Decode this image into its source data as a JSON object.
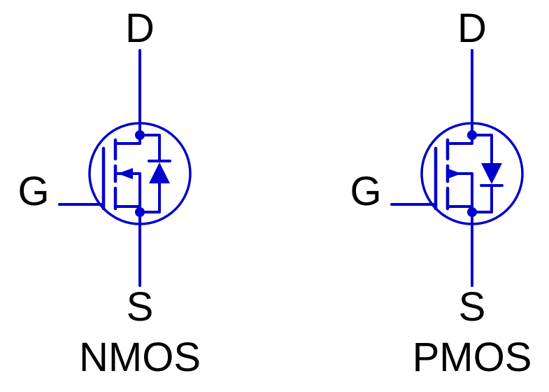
{
  "diagram": {
    "background": "#ffffff",
    "line_color": "#0000cc",
    "text_color": "#000000",
    "nmos": {
      "drain_label": "D",
      "gate_label": "G",
      "source_label": "S",
      "caption": "NMOS"
    },
    "pmos": {
      "drain_label": "D",
      "gate_label": "G",
      "source_label": "S",
      "caption": "PMOS"
    }
  }
}
